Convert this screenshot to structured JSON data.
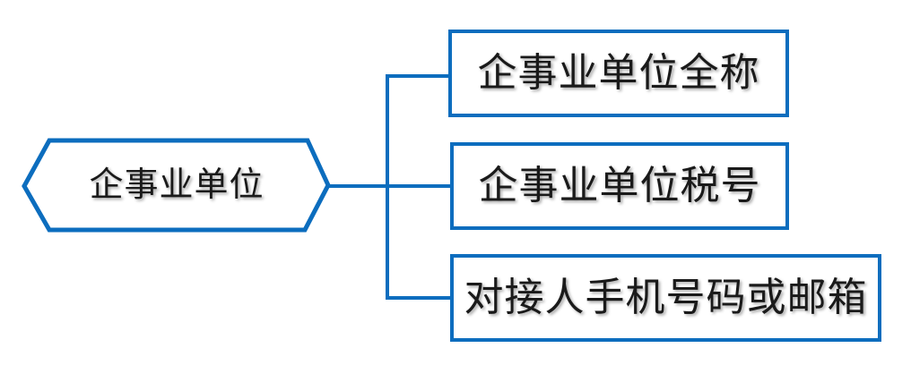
{
  "diagram": {
    "type": "hierarchy",
    "background": "#ffffff",
    "line_color": "#0c6dbe",
    "text_color": "#1a1a1a",
    "root": {
      "label": "企事业单位",
      "shape": "hexagon"
    },
    "children": [
      {
        "label": "企事业单位全称",
        "shape": "rectangle"
      },
      {
        "label": "企事业单位税号",
        "shape": "rectangle"
      },
      {
        "label": "对接人手机号码或邮箱",
        "shape": "rectangle"
      }
    ]
  }
}
